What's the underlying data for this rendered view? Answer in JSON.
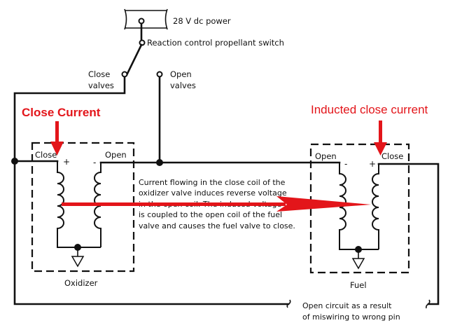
{
  "power": {
    "label": "28 V dc power"
  },
  "switch": {
    "label": "Reaction control propellant switch",
    "close_label_line1": "Close",
    "close_label_line2": "valves",
    "open_label_line1": "Open",
    "open_label_line2": "valves"
  },
  "oxidizer_valve": {
    "name": "Oxidizer",
    "close_coil_label": "Close",
    "open_coil_label": "Open",
    "close_polarity": "+",
    "open_polarity": "-"
  },
  "fuel_valve": {
    "name": "Fuel",
    "open_coil_label": "Open",
    "close_coil_label": "Close",
    "open_polarity": "-",
    "close_polarity": "+"
  },
  "explanation": {
    "lines": [
      "Current flowing in the close coil of the",
      "oxidizer valve induces reverse voltage",
      "in the open coil. The induced voltage",
      "is coupled to the open coil of the fuel",
      "valve and causes the fuel valve to close."
    ]
  },
  "fault_note": {
    "line1": "Open circuit as a result",
    "line2": "of miswiring to wrong pin"
  },
  "annotations": {
    "close_current": "Close Current",
    "inducted_close_current": "Inducted close current",
    "color": "#e3151a"
  }
}
